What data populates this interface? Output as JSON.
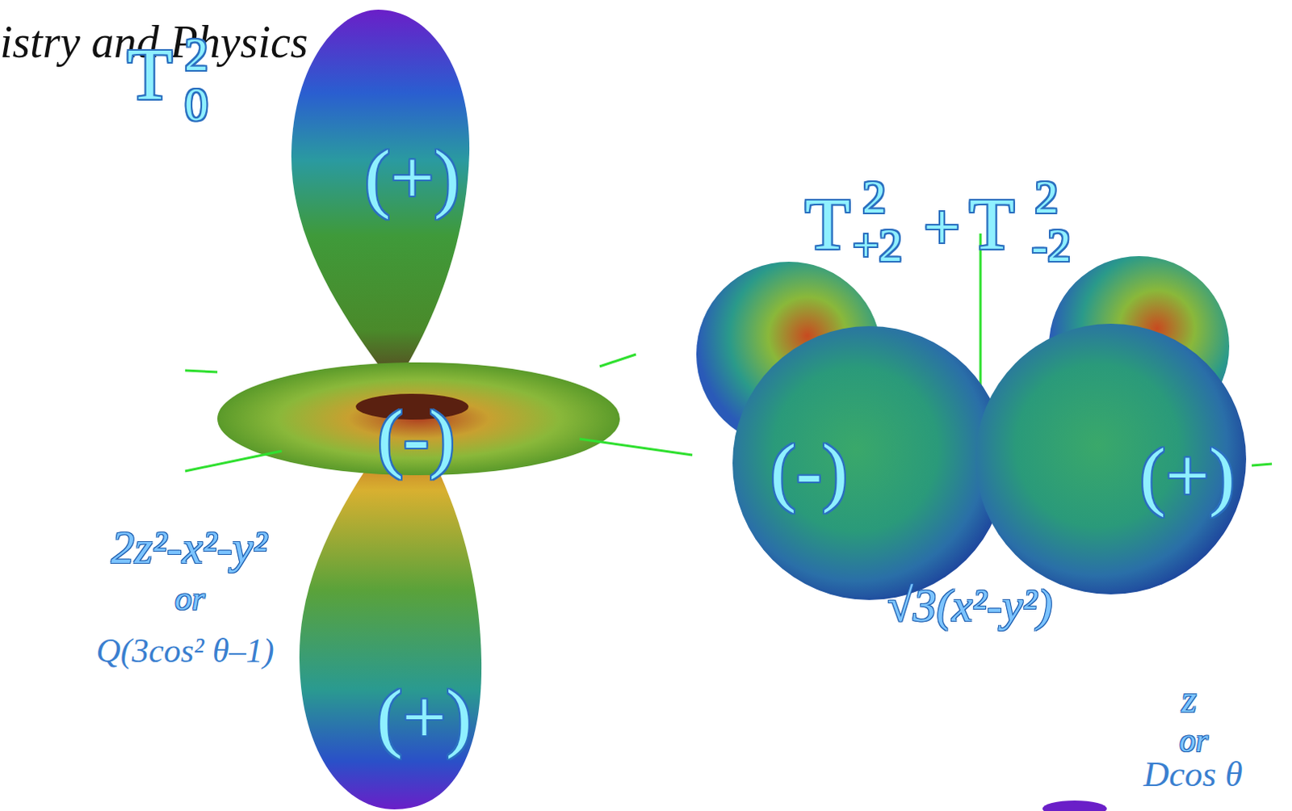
{
  "diagram": {
    "title": "istry and Physics",
    "labels": [
      "T",
      "2",
      "0",
      "(+)",
      "(-)",
      "2z²-x²-y²",
      "or",
      "Q(3cos² θ–1)",
      "(+)",
      "T",
      "2",
      "+2",
      "+",
      "T",
      "2",
      "-2",
      "(-)",
      "(+)",
      "√3(x²-y²)",
      "z",
      "or",
      "Dcos θ"
    ]
  }
}
